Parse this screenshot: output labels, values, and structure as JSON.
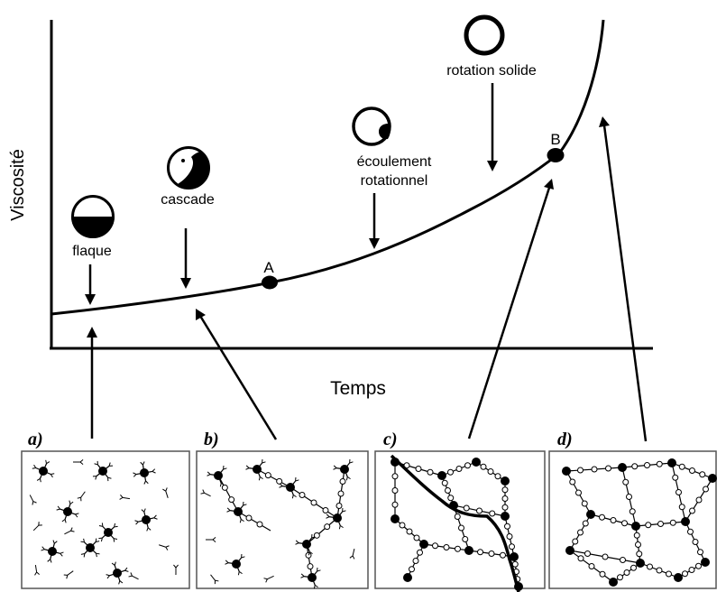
{
  "axes": {
    "x_label": "Temps",
    "y_label": "Viscosité"
  },
  "points": [
    {
      "id": "A",
      "label": "A"
    },
    {
      "id": "B",
      "label": "B"
    }
  ],
  "regimes": [
    {
      "id": "flaque",
      "label": [
        "flaque"
      ],
      "icon": "half-filled-circle-icon"
    },
    {
      "id": "cascade",
      "label": [
        "cascade"
      ],
      "icon": "yin-yang-circle-icon"
    },
    {
      "id": "ecoulement",
      "label": [
        "écoulement",
        "rotationnel"
      ],
      "icon": "crescent-circle-icon"
    },
    {
      "id": "rotation",
      "label": [
        "rotation solide"
      ],
      "icon": "ring-circle-icon"
    }
  ],
  "panels": [
    {
      "id": "a",
      "label": "a)"
    },
    {
      "id": "b",
      "label": "b)"
    },
    {
      "id": "c",
      "label": "c)"
    },
    {
      "id": "d",
      "label": "d)"
    }
  ],
  "colors": {
    "ink": "#000000",
    "background": "#ffffff"
  }
}
